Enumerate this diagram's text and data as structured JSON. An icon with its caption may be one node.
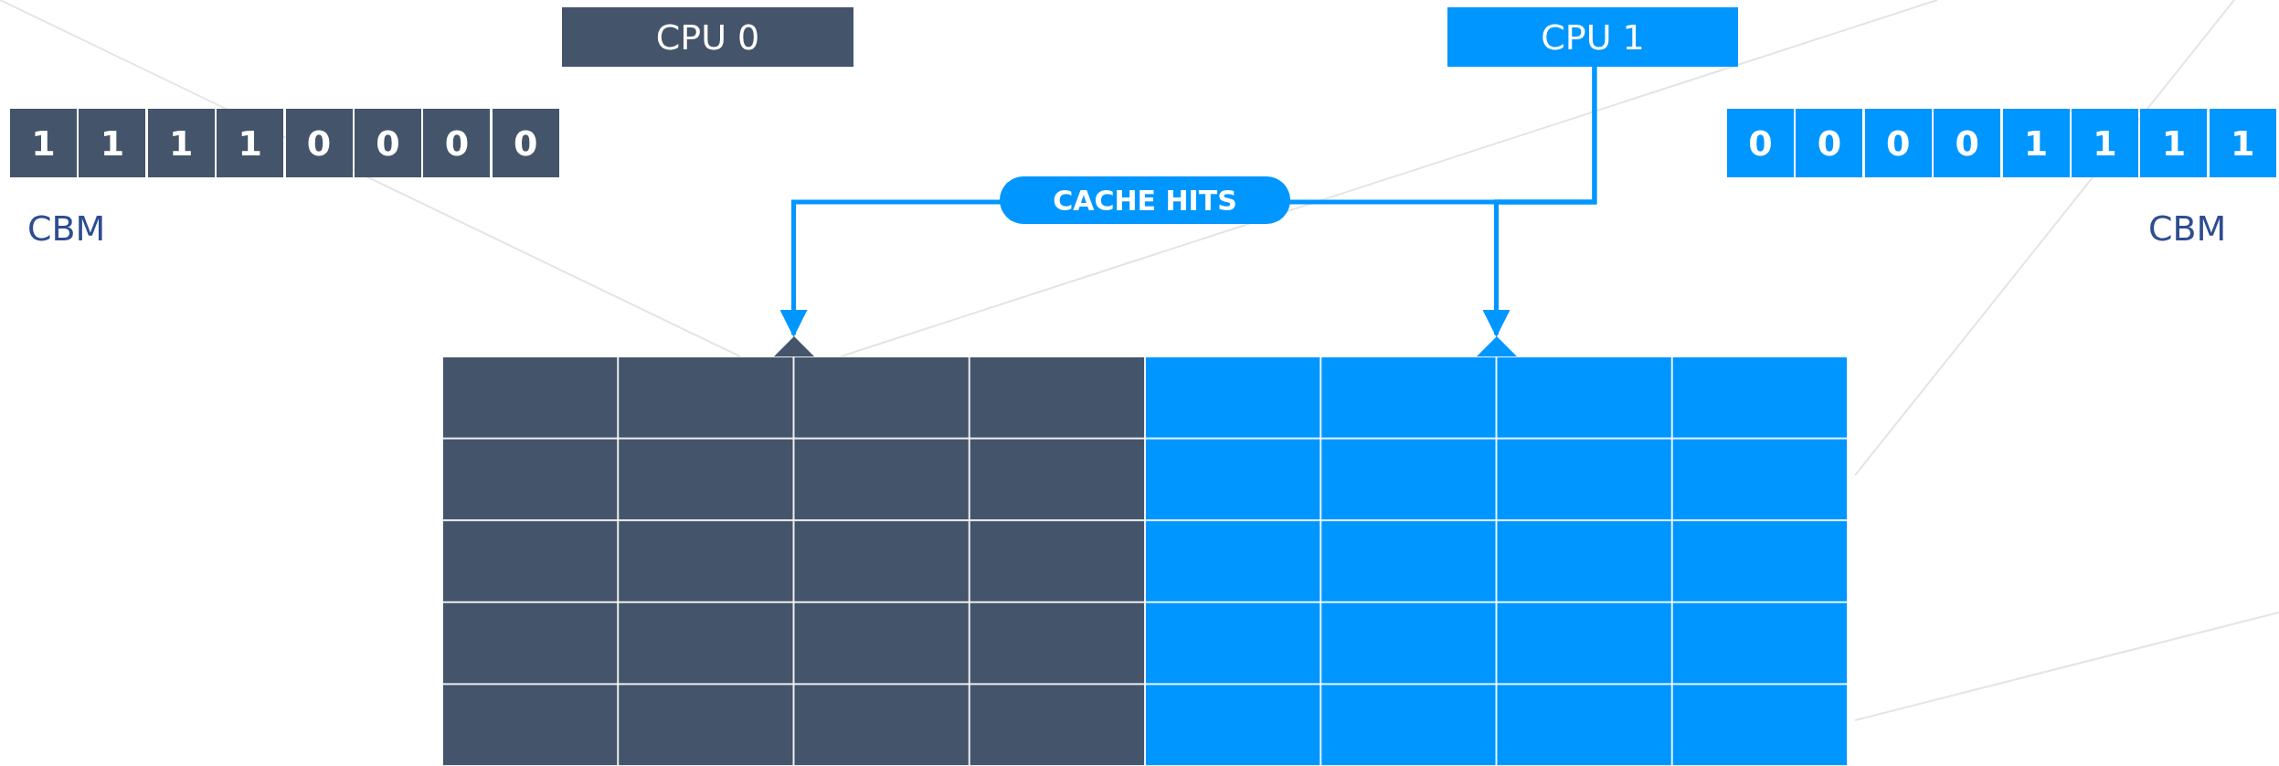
{
  "diagram": {
    "nodes": [
      {
        "text": [
          "CPU 0"
        ]
      },
      {
        "text": [
          "CPU 1"
        ]
      },
      {
        "text": [],
        "shape": "box"
      },
      {
        "text": [],
        "shape": "box"
      }
    ],
    "edges": [
      {
        "from": 1,
        "to": 2,
        "arrow": "to",
        "label": "CACHE HITS"
      },
      {
        "from": 1,
        "to": 3,
        "arrow": "to"
      }
    ],
    "labels": [
      "1",
      "1",
      "1",
      "1",
      "0",
      "0",
      "0",
      "0",
      "0",
      "0",
      "0",
      "0",
      "1",
      "1",
      "1",
      "1",
      "CBM",
      "CBM"
    ]
  }
}
